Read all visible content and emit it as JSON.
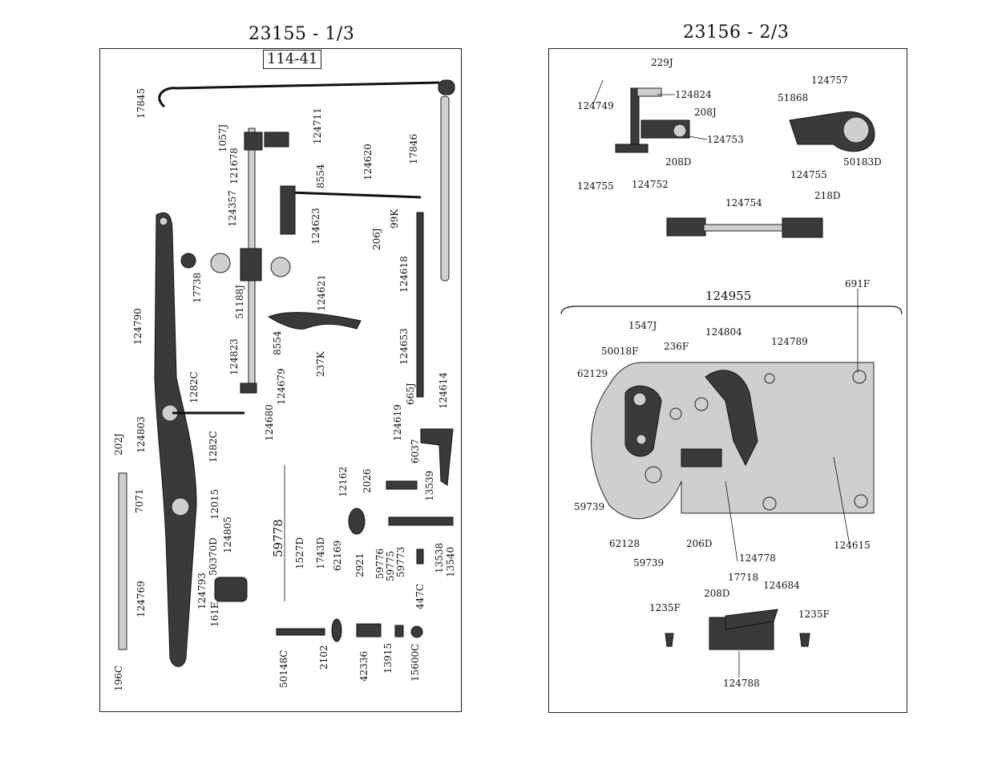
{
  "page": {
    "left_header": "23155 - 1/3",
    "right_header": "23156 - 2/3",
    "left_box_label": "114-41"
  },
  "left_parts": [
    "17845",
    "1057J",
    "121678",
    "124711",
    "17846",
    "124620",
    "8554",
    "124357",
    "124623",
    "99K",
    "206J",
    "124618",
    "17738",
    "51188J",
    "124621",
    "8554",
    "237K",
    "124790",
    "124823",
    "1282C",
    "124679",
    "124680",
    "124653",
    "665J",
    "124614",
    "124619",
    "6037",
    "202J",
    "124803",
    "7071",
    "1282C",
    "12015",
    "2026",
    "12162",
    "13539",
    "59778",
    "124805",
    "50370D",
    "124793",
    "1527D",
    "1743D",
    "62169",
    "2921",
    "59776",
    "59775",
    "59773",
    "13538",
    "13540",
    "447C",
    "161E",
    "124769",
    "196C",
    "50148C",
    "2102",
    "42336",
    "13915",
    "15600C"
  ],
  "right_parts": [
    "229J",
    "124824",
    "124749",
    "124757",
    "51868",
    "208J",
    "124753",
    "208D",
    "124755",
    "124752",
    "124755",
    "50183D",
    "124754",
    "218D",
    "124955",
    "691F",
    "1547J",
    "124804",
    "124789",
    "236F",
    "50018F",
    "62129",
    "59739",
    "62128",
    "206D",
    "59739",
    "124778",
    "124615",
    "17718",
    "124684",
    "208D",
    "1235F",
    "1235F",
    "124788"
  ],
  "assembly_bracket_label": "124955",
  "left_group_label": "59778"
}
